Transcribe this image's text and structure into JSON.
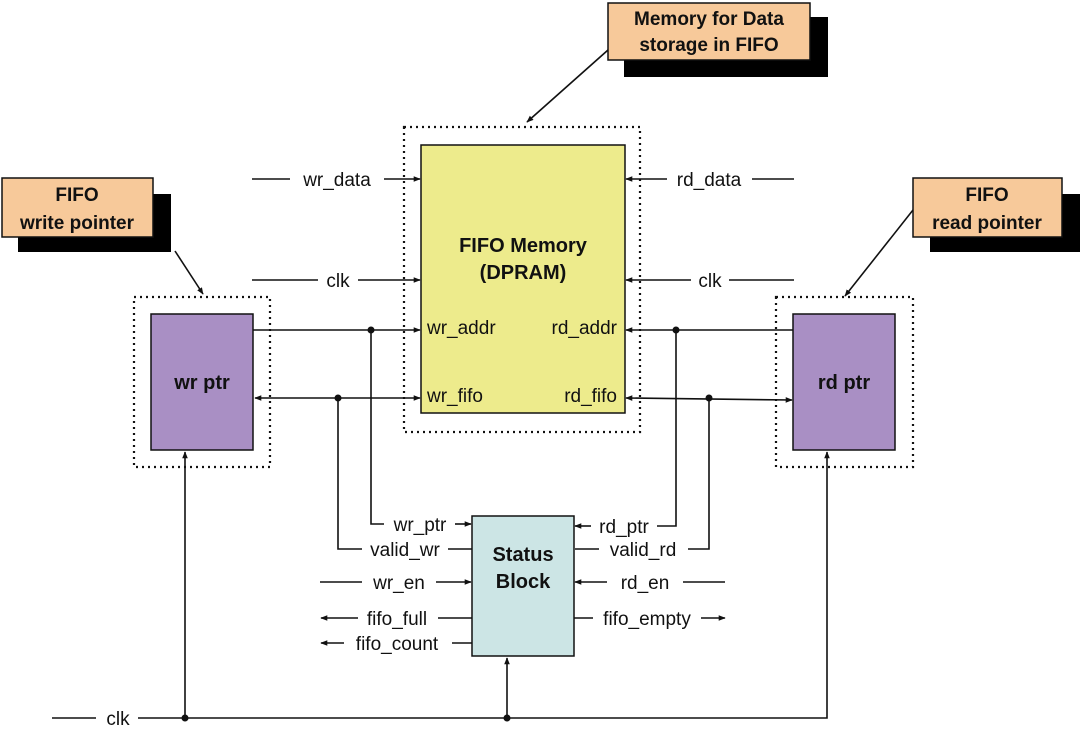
{
  "callouts": {
    "memory": {
      "line1": "Memory for Data",
      "line2": "storage in FIFO"
    },
    "write_pointer": {
      "line1": "FIFO",
      "line2": "write pointer"
    },
    "read_pointer": {
      "line1": "FIFO",
      "line2": "read pointer"
    }
  },
  "blocks": {
    "fifo_memory": {
      "line1": "FIFO Memory",
      "line2": "(DPRAM)"
    },
    "wr_ptr": "wr ptr",
    "rd_ptr": "rd ptr",
    "status": {
      "line1": "Status",
      "line2": "Block"
    }
  },
  "memory_ports": {
    "wr_addr": "wr_addr",
    "rd_addr": "rd_addr",
    "wr_fifo": "wr_fifo",
    "rd_fifo": "rd_fifo"
  },
  "signals": {
    "wr_data": "wr_data",
    "rd_data": "rd_data",
    "clk_left": "clk",
    "clk_right": "clk",
    "clk_bottom": "clk",
    "wr_ptr": "wr_ptr",
    "valid_wr": "valid_wr",
    "wr_en": "wr_en",
    "fifo_full": "fifo_full",
    "fifo_count": "fifo_count",
    "rd_ptr": "rd_ptr",
    "valid_rd": "valid_rd",
    "rd_en": "rd_en",
    "fifo_empty": "fifo_empty"
  },
  "colors": {
    "memory_fill": "#EDEB8C",
    "pointer_fill": "#A98FC4",
    "status_fill": "#CCE5E5",
    "callout_fill": "#F7C99A",
    "shadow": "#000000"
  }
}
